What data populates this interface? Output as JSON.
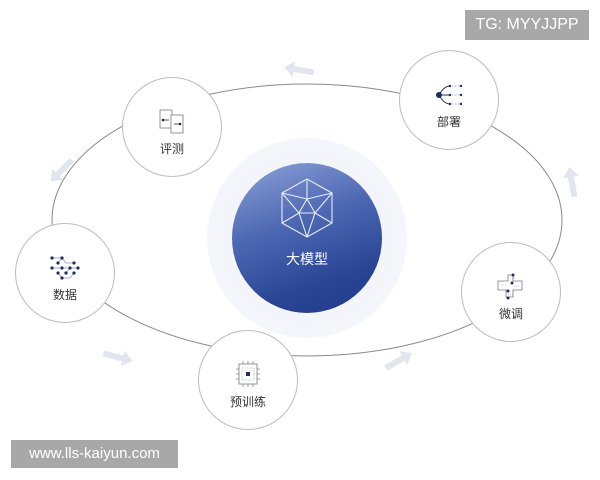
{
  "diagram": {
    "type": "cycle",
    "center": {
      "label": "大模型",
      "icon": "cube-wireframe-icon"
    },
    "stages": [
      {
        "id": "data",
        "label": "数据",
        "icon": "data-nodes-icon"
      },
      {
        "id": "pretrain",
        "label": "预训练",
        "icon": "chip-icon"
      },
      {
        "id": "finetune",
        "label": "微调",
        "icon": "circuit-path-icon"
      },
      {
        "id": "deploy",
        "label": "部署",
        "icon": "branch-tree-icon"
      },
      {
        "id": "evaluate",
        "label": "评测",
        "icon": "document-compare-icon"
      }
    ],
    "flow_direction": "counter-clockwise: 数据 → 预训练 → 微调 → 部署 → 评测 → 数据"
  },
  "colors": {
    "core_dark": "#1f3a88",
    "core_light": "#8fa3d8",
    "ring_stroke": "#8a8a8a",
    "node_border": "#bdbdbd",
    "icon_accent": "#1e2d63",
    "arrow": "#e3e7ef",
    "watermark_bg": "#a8a8a8"
  },
  "watermarks": {
    "top_right": "TG: MYYJJPP",
    "bottom_left": "www.lls-kaiyun.com"
  }
}
